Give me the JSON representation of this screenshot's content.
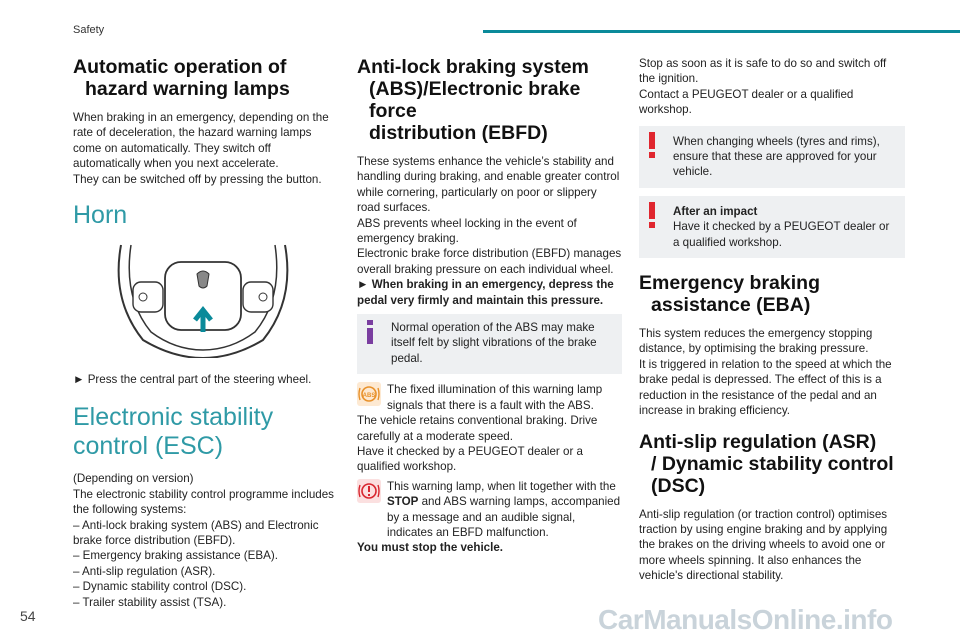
{
  "header": {
    "section": "Safety",
    "accent": "#0a8a9a"
  },
  "page_number": "54",
  "watermark": "CarManualsOnline.info",
  "col1": {
    "hazard_title_1": "Automatic operation of",
    "hazard_title_2": "hazard warning lamps",
    "hazard_text": "When braking in an emergency, depending on the rate of deceleration, the hazard warning lamps come on automatically. They switch off automatically when you next accelerate.",
    "hazard_text2": "They can be switched off by pressing the button.",
    "horn_title": "Horn",
    "horn_step": "► Press the central part of the steering wheel.",
    "esc_title": "Electronic stability control (ESC)",
    "esc_p1": "(Depending on version)",
    "esc_p2": "The electronic stability control programme includes the following systems:",
    "esc_items": [
      "– Anti-lock braking system (ABS) and Electronic brake force distribution (EBFD).",
      "– Emergency braking assistance (EBA).",
      "– Anti-slip regulation (ASR).",
      "– Dynamic stability control (DSC).",
      "– Trailer stability assist (TSA)."
    ]
  },
  "col2": {
    "abs_title_1": "Anti-lock braking system",
    "abs_title_2": "(ABS)/Electronic brake force",
    "abs_title_3": "distribution (EBFD)",
    "abs_p1": "These systems enhance the vehicle’s stability and handling during braking, and enable greater control while cornering, particularly on poor or slippery road surfaces.",
    "abs_p2": "ABS prevents wheel locking in the event of emergency braking.",
    "abs_p3": "Electronic brake force distribution (EBFD) manages overall braking pressure on each individual wheel.",
    "abs_step": "► When braking in an emergency, depress the pedal very firmly and maintain this pressure.",
    "info_note": "Normal operation of the ABS may make itself felt by slight vibrations of the brake pedal.",
    "abs_lamp_text": "The fixed illumination of this warning lamp signals that there is a fault with the ABS.",
    "abs_lamp_p2": "The vehicle retains conventional braking. Drive carefully at a moderate speed.",
    "abs_lamp_p3": "Have it checked by a PEUGEOT dealer or a qualified workshop.",
    "stop_lamp_text_a": "This warning lamp, when lit together with the ",
    "stop_lamp_bold": "STOP",
    "stop_lamp_text_b": " and ABS warning lamps, accompanied by a message and an audible signal, indicates an EBFD malfunction.",
    "stop_must": "You must stop the vehicle."
  },
  "col3": {
    "p1": "Stop as soon as it is safe to do so and switch off the ignition.",
    "p2": "Contact a PEUGEOT dealer or a qualified workshop.",
    "warn1": "When changing wheels (tyres and rims), ensure that these are approved for your vehicle.",
    "warn2_title": "After an impact",
    "warn2_text": "Have it checked by a PEUGEOT dealer or a qualified workshop.",
    "eba_title_1": "Emergency braking",
    "eba_title_2": "assistance (EBA)",
    "eba_p1": "This system reduces the emergency stopping distance, by optimising the braking pressure.",
    "eba_p2": "It is triggered in relation to the speed at which the brake pedal is depressed. The effect of this is a reduction in the resistance of the pedal and an increase in braking efficiency.",
    "asr_title_1": "Anti-slip regulation (ASR)",
    "asr_title_2": "/ Dynamic stability control",
    "asr_title_3": "(DSC)",
    "asr_p1": "Anti-slip regulation (or traction control) optimises traction by using engine braking and by applying the brakes on the driving wheels to avoid one or more wheels spinning. It also enhances the vehicle's directional stability."
  },
  "icons": {
    "info": "info-icon",
    "warning": "exclamation-icon",
    "abs_lamp": "abs-warning-lamp-icon",
    "brake_lamp": "brake-warning-lamp-icon",
    "steering": "steering-wheel-illustration"
  },
  "colors": {
    "heading_teal": "#2f9aa6",
    "warning_red": "#e0262f",
    "info_purple": "#7a3ea0",
    "lamp_amber": "#e8912a",
    "lamp_red": "#d8262f",
    "note_bg": "#eef0f2"
  }
}
